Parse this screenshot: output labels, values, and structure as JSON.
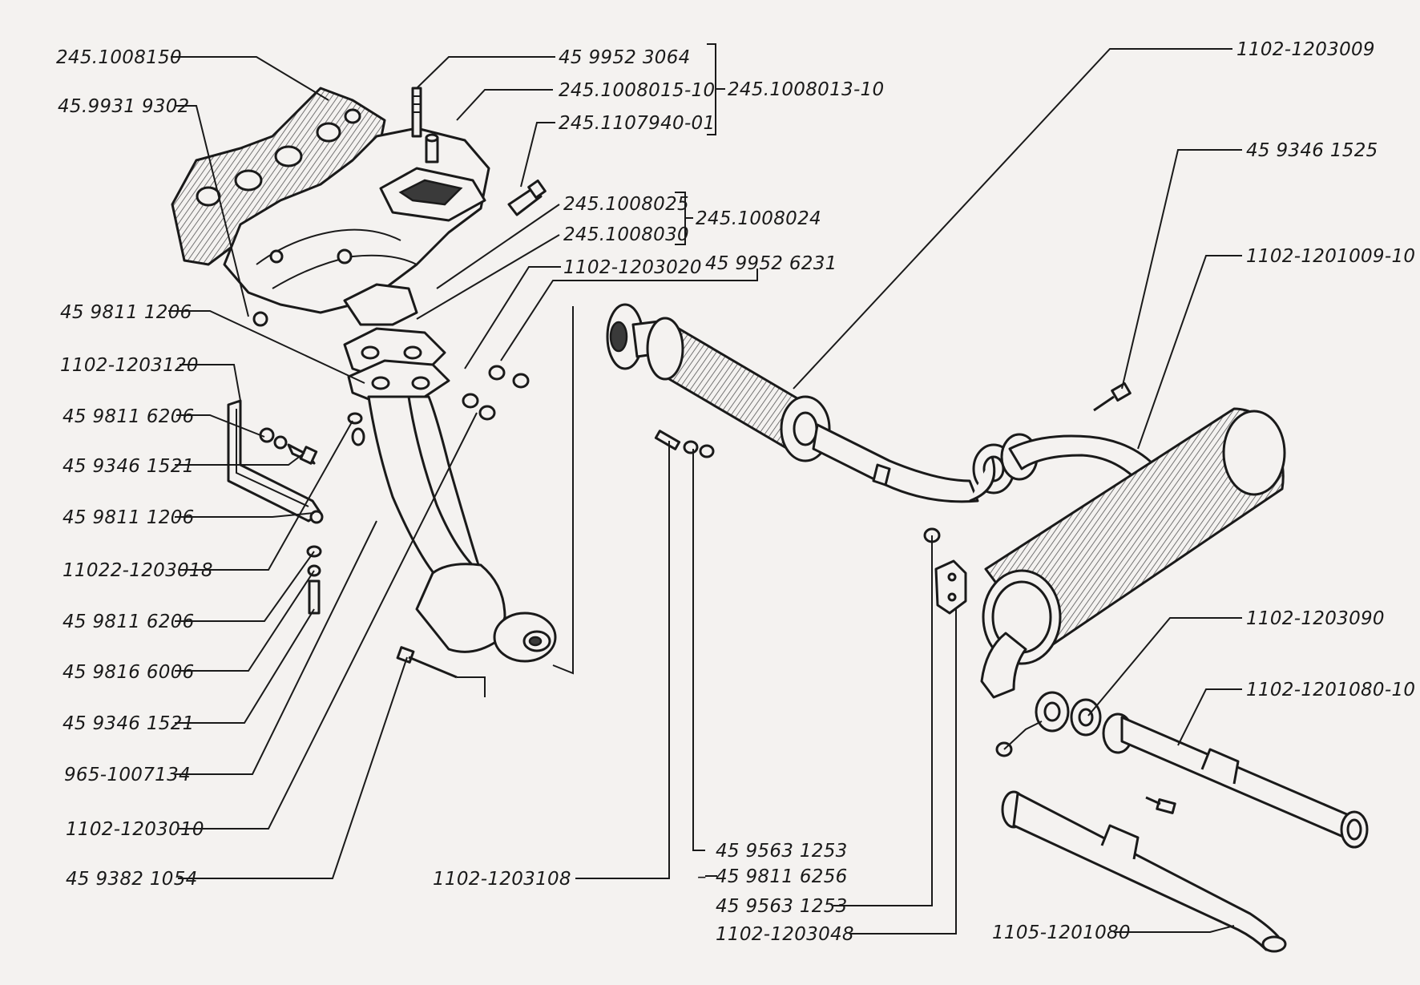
{
  "labels": {
    "l01": "245.1008150",
    "l02": "45.9931 9302",
    "l03": "45 9811 1206",
    "l04": "1102-1203120",
    "l05": "45 9811 6206",
    "l06": "45 9346 1521",
    "l07": "45 9811 1206",
    "l08": "11022-1203018",
    "l09": "45 9811 6206",
    "l10": "45 9816 6006",
    "l11": "45 9346 1521",
    "l12": "965-1007134",
    "l13": "1102-1203010",
    "l14": "45 9382 1054",
    "l15": "45 9952 3064",
    "l16": "245.1008015-10",
    "l17": "245.1107940-01",
    "l18": "245.1008013-10",
    "l19": "245.1008025",
    "l20": "245.1008030",
    "l21": "245.1008024",
    "l22": "1102-1203020",
    "l23": "45 9952 6231",
    "l24": "1102-1203009",
    "l25": "45 9346 1525",
    "l26": "1102-1201009-10",
    "l27": "1102-1203090",
    "l28": "1102-1201080-10",
    "l29": "1105-1201080",
    "l30": "1102-1203108",
    "l31": "45 9563 1253",
    "l32": "45 9811 6256",
    "l33": "45 9563 1253",
    "l34": "1102-1203048"
  }
}
